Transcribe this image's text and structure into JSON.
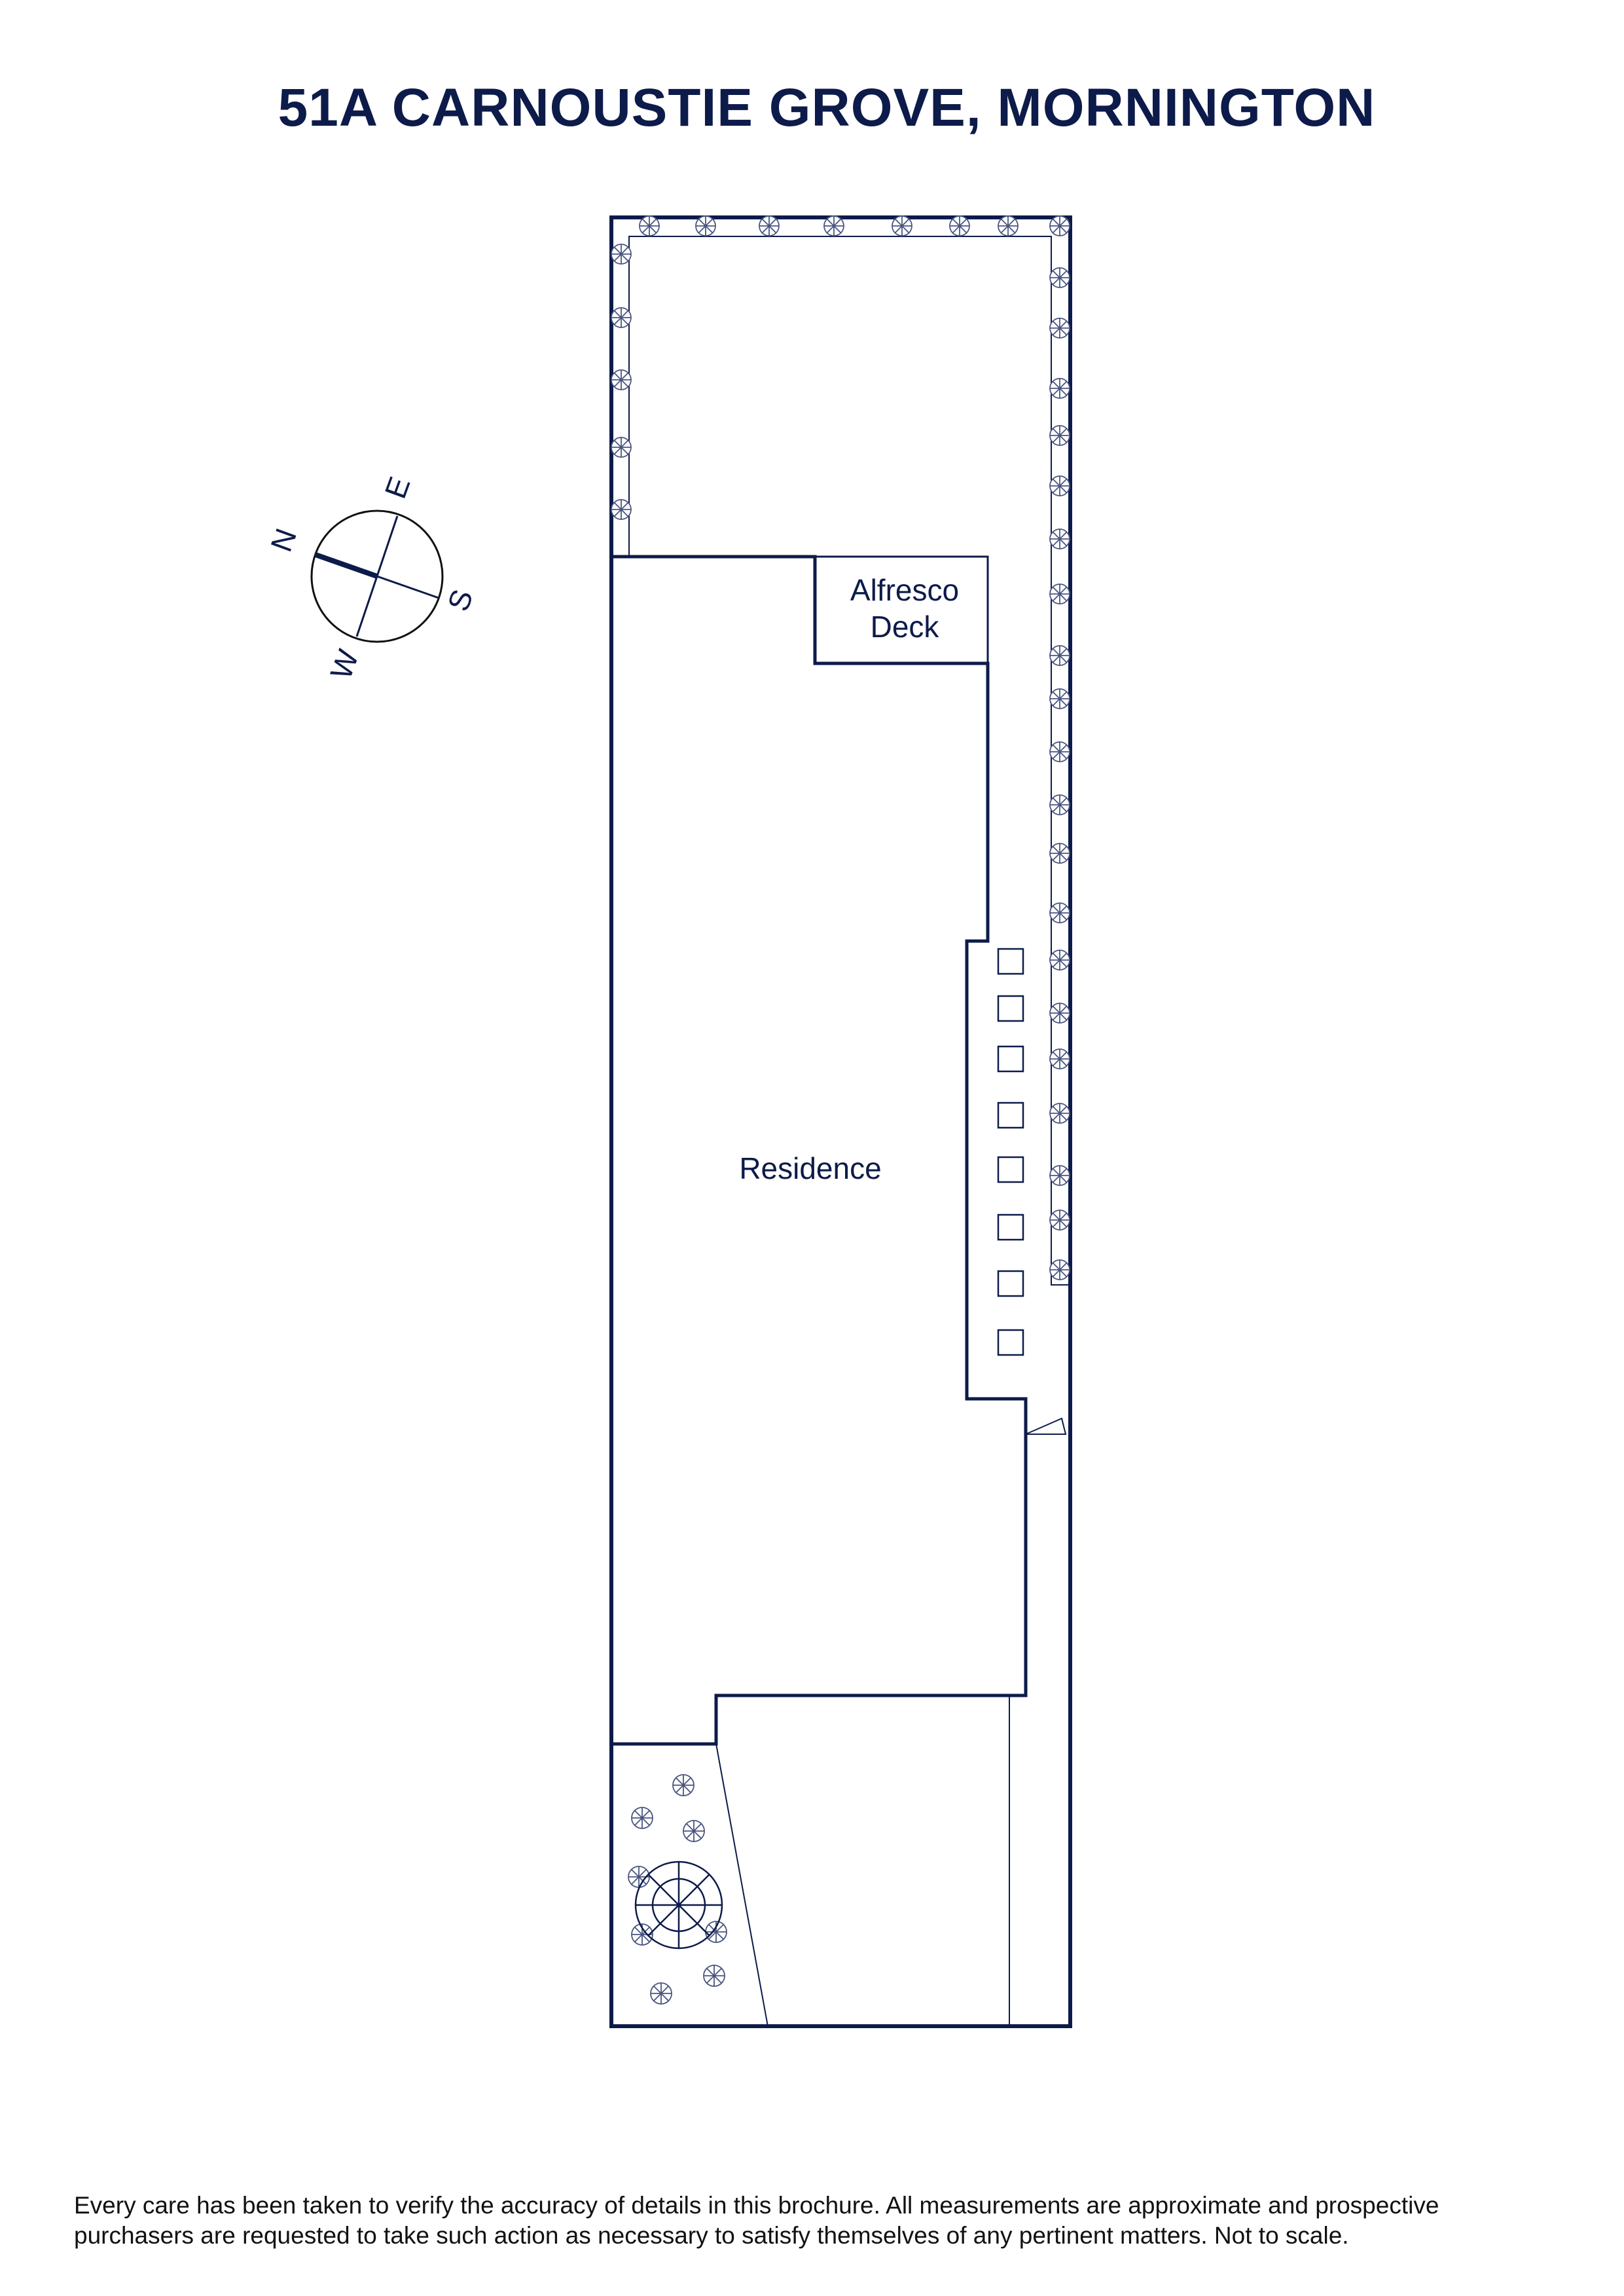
{
  "title": "51A CARNOUSTIE GROVE, MORNINGTON",
  "labels": {
    "alfresco_line1": "Alfresco",
    "alfresco_line2": "Deck",
    "residence": "Residence"
  },
  "compass": {
    "n": "N",
    "e": "E",
    "s": "S",
    "w": "W"
  },
  "disclaimer": {
    "line1": "Every care has been taken to verify the accuracy of details in this brochure. All measurements are approximate and prospective",
    "line2": "purchasers are requested to take such action as necessary to satisfy themselves of any pertinent matters. Not to scale."
  },
  "colors": {
    "ink": "#0d1b4a"
  }
}
